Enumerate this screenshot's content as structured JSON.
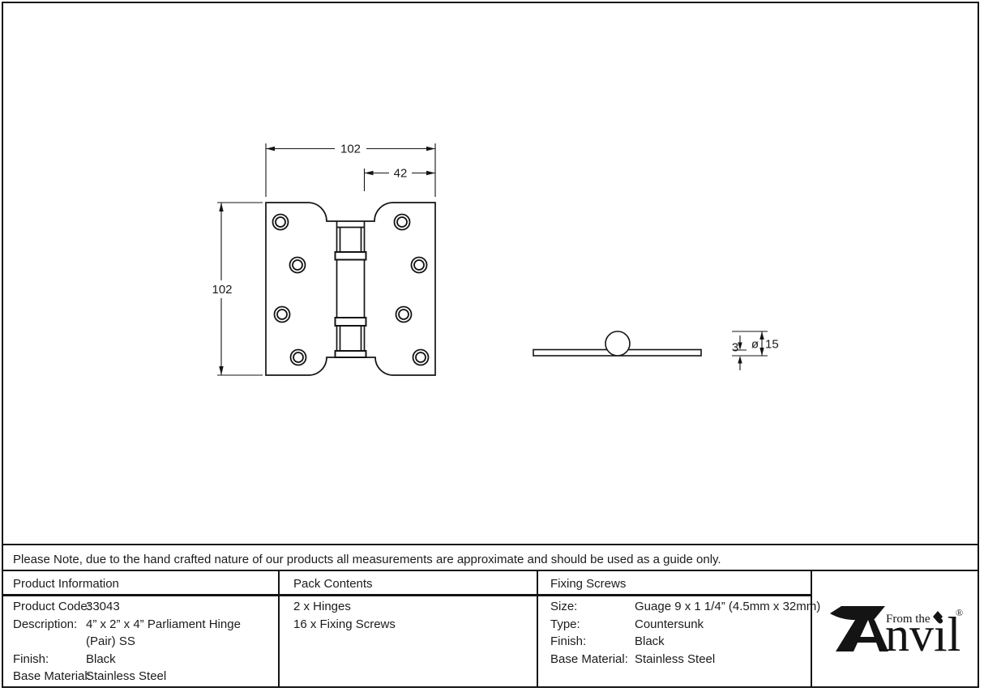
{
  "drawing": {
    "front_view": {
      "top_width_label": "102",
      "right_offset_label": "42",
      "height_label": "102"
    },
    "side_view": {
      "thickness_label": "3",
      "diameter_symbol": "ø",
      "diameter_label": "15"
    }
  },
  "note": "Please Note, due to the hand crafted nature of our products all measurements are approximate and should be used as a guide only.",
  "table": {
    "product_information": {
      "header": "Product Information",
      "rows": [
        {
          "label": "Product Code:",
          "value": "33043"
        },
        {
          "label": "Description:",
          "value": "4” x 2” x 4” Parliament Hinge"
        },
        {
          "label": "",
          "value": "(Pair) SS"
        },
        {
          "label": "Finish:",
          "value": "Black"
        },
        {
          "label": "Base Material:",
          "value": "Stainless Steel"
        }
      ]
    },
    "pack_contents": {
      "header": "Pack Contents",
      "items": [
        "2 x Hinges",
        "16 x Fixing Screws"
      ]
    },
    "fixing_screws": {
      "header": "Fixing Screws",
      "rows": [
        {
          "label": "Size:",
          "value": "Guage 9 x 1 1/4” (4.5mm x 32mm)"
        },
        {
          "label": "Type:",
          "value": "Countersunk"
        },
        {
          "label": "Finish:",
          "value": "Black"
        },
        {
          "label": "Base Material:",
          "value": "Stainless Steel"
        }
      ]
    }
  },
  "logo": {
    "tagline": "From the",
    "brand_suffix": "nvil",
    "registered_mark": "®"
  }
}
